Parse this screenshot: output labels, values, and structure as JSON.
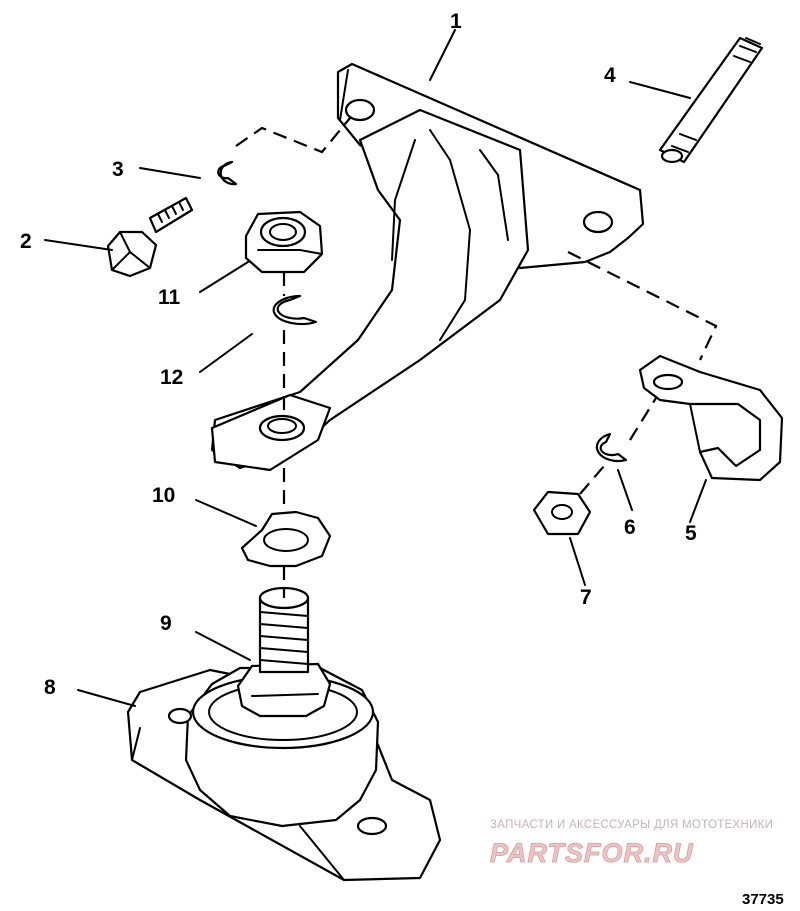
{
  "callouts": [
    "1",
    "2",
    "3",
    "4",
    "5",
    "6",
    "7",
    "8",
    "9",
    "10",
    "11",
    "12"
  ],
  "drawing_number": "37735",
  "watermark": {
    "tagline": "ЗАПЧАСТИ И АКСЕССУАРЫ ДЛЯ МОТОТЕХНИКИ",
    "brand": "PARTSFOR.RU"
  }
}
